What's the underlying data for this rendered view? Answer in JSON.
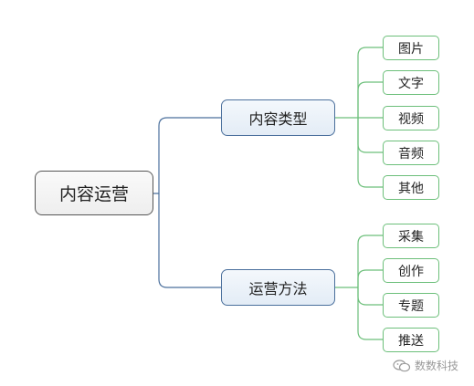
{
  "root": {
    "label": "内容运营"
  },
  "branches": [
    {
      "label": "内容类型",
      "children": [
        "图片",
        "文字",
        "视频",
        "音频",
        "其他"
      ]
    },
    {
      "label": "运营方法",
      "children": [
        "采集",
        "创作",
        "专题",
        "推送"
      ]
    }
  ],
  "watermark": {
    "text": "数数科技",
    "icon": "wechat-icon"
  },
  "colors": {
    "root_border": "#555555",
    "branch_border": "#4a6f9c",
    "leaf_border": "#6cbf7a",
    "connector_blue": "#4a6f9c",
    "connector_green": "#6cbf7a"
  }
}
